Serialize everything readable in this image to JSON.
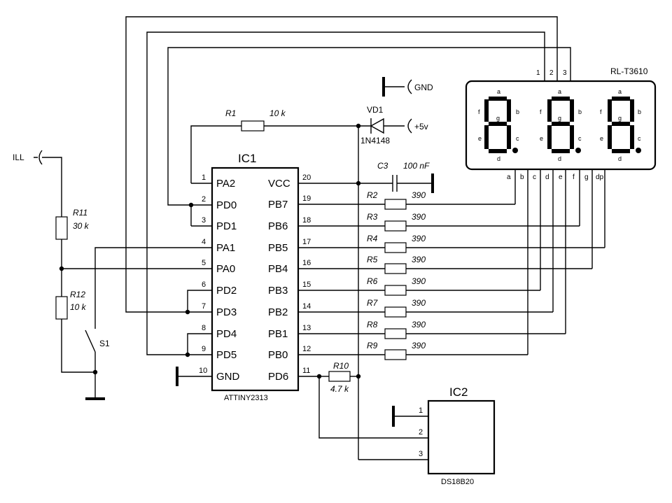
{
  "ic1": {
    "title": "IC1",
    "part": "ATTINY2313",
    "left_pins": [
      {
        "num": "1",
        "name": "PA2"
      },
      {
        "num": "2",
        "name": "PD0"
      },
      {
        "num": "3",
        "name": "PD1"
      },
      {
        "num": "4",
        "name": "PA1"
      },
      {
        "num": "5",
        "name": "PA0"
      },
      {
        "num": "6",
        "name": "PD2"
      },
      {
        "num": "7",
        "name": "PD3"
      },
      {
        "num": "8",
        "name": "PD4"
      },
      {
        "num": "9",
        "name": "PD5"
      },
      {
        "num": "10",
        "name": "GND"
      }
    ],
    "right_pins": [
      {
        "num": "20",
        "name": "VCC"
      },
      {
        "num": "19",
        "name": "PB7"
      },
      {
        "num": "18",
        "name": "PB6"
      },
      {
        "num": "17",
        "name": "PB5"
      },
      {
        "num": "16",
        "name": "PB4"
      },
      {
        "num": "15",
        "name": "PB3"
      },
      {
        "num": "14",
        "name": "PB2"
      },
      {
        "num": "13",
        "name": "PB1"
      },
      {
        "num": "12",
        "name": "PB0"
      },
      {
        "num": "11",
        "name": "PD6"
      }
    ]
  },
  "ic2": {
    "title": "IC2",
    "part": "DS18B20",
    "pins": [
      "1",
      "2",
      "3"
    ]
  },
  "display": {
    "part": "RL-T3610",
    "digit_pins": [
      "1",
      "2",
      "3"
    ],
    "segment_labels": [
      "a",
      "b",
      "c",
      "d",
      "e",
      "f",
      "g"
    ],
    "bottom_pins": [
      "a",
      "b",
      "c",
      "d",
      "e",
      "f",
      "g",
      "dp"
    ]
  },
  "components": {
    "r1": {
      "ref": "R1",
      "value": "10 k"
    },
    "vd1": {
      "ref": "VD1",
      "value": "1N4148"
    },
    "c3": {
      "ref": "C3",
      "value": "100 nF"
    },
    "r10": {
      "ref": "R10",
      "value": "4.7 k"
    },
    "r11": {
      "ref": "R11",
      "value": "30 k"
    },
    "r12": {
      "ref": "R12",
      "value": "10 k"
    },
    "s1": {
      "ref": "S1"
    },
    "seg_resistors": [
      {
        "ref": "R2",
        "value": "390"
      },
      {
        "ref": "R3",
        "value": "390"
      },
      {
        "ref": "R4",
        "value": "390"
      },
      {
        "ref": "R5",
        "value": "390"
      },
      {
        "ref": "R6",
        "value": "390"
      },
      {
        "ref": "R7",
        "value": "390"
      },
      {
        "ref": "R8",
        "value": "390"
      },
      {
        "ref": "R9",
        "value": "390"
      }
    ]
  },
  "nets": {
    "gnd": "GND",
    "vplus": "+5v",
    "ill": "ILL"
  }
}
